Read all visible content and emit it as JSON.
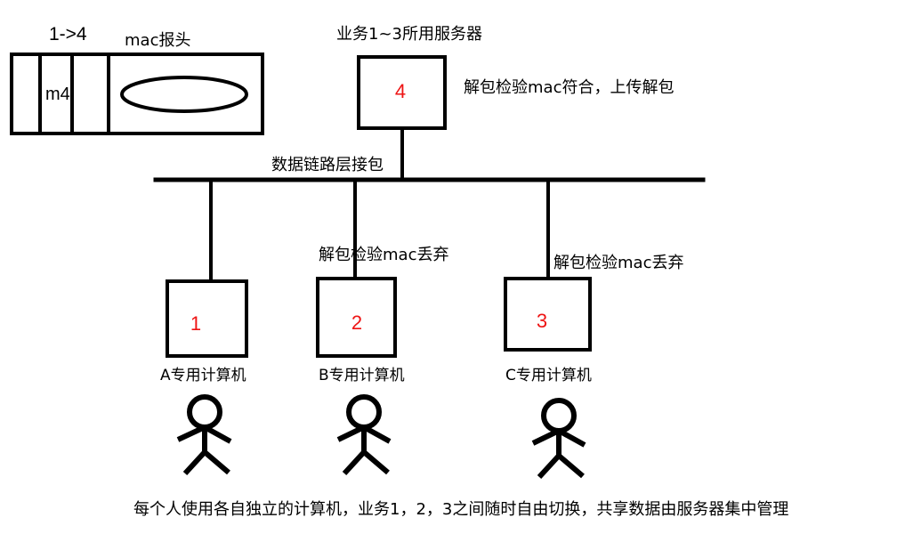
{
  "diagram": {
    "title_top_left": "1->4",
    "packet": {
      "header_label": "mac报头",
      "cells": [
        "",
        "m4",
        "",
        ""
      ],
      "payload_shape": "ellipse"
    },
    "server": {
      "caption": "业务1~3所用服务器",
      "number": "4",
      "note": "解包检验mac符合，上传解包"
    },
    "bus": {
      "label": "数据链路层接包"
    },
    "nodes": [
      {
        "number": "1",
        "label": "A专用计算机",
        "note": ""
      },
      {
        "number": "2",
        "label": "B专用计算机",
        "note": "解包检验mac丢弃"
      },
      {
        "number": "3",
        "label": "C专用计算机",
        "note": "解包检验mac丢弃"
      }
    ],
    "caption": "每个人使用各自独立的计算机，业务1，2，3之间随时自由切换，共享数据由服务器集中管理",
    "colors": {
      "stroke": "#000000",
      "number_red": "#ee1414",
      "background": "#ffffff"
    }
  }
}
